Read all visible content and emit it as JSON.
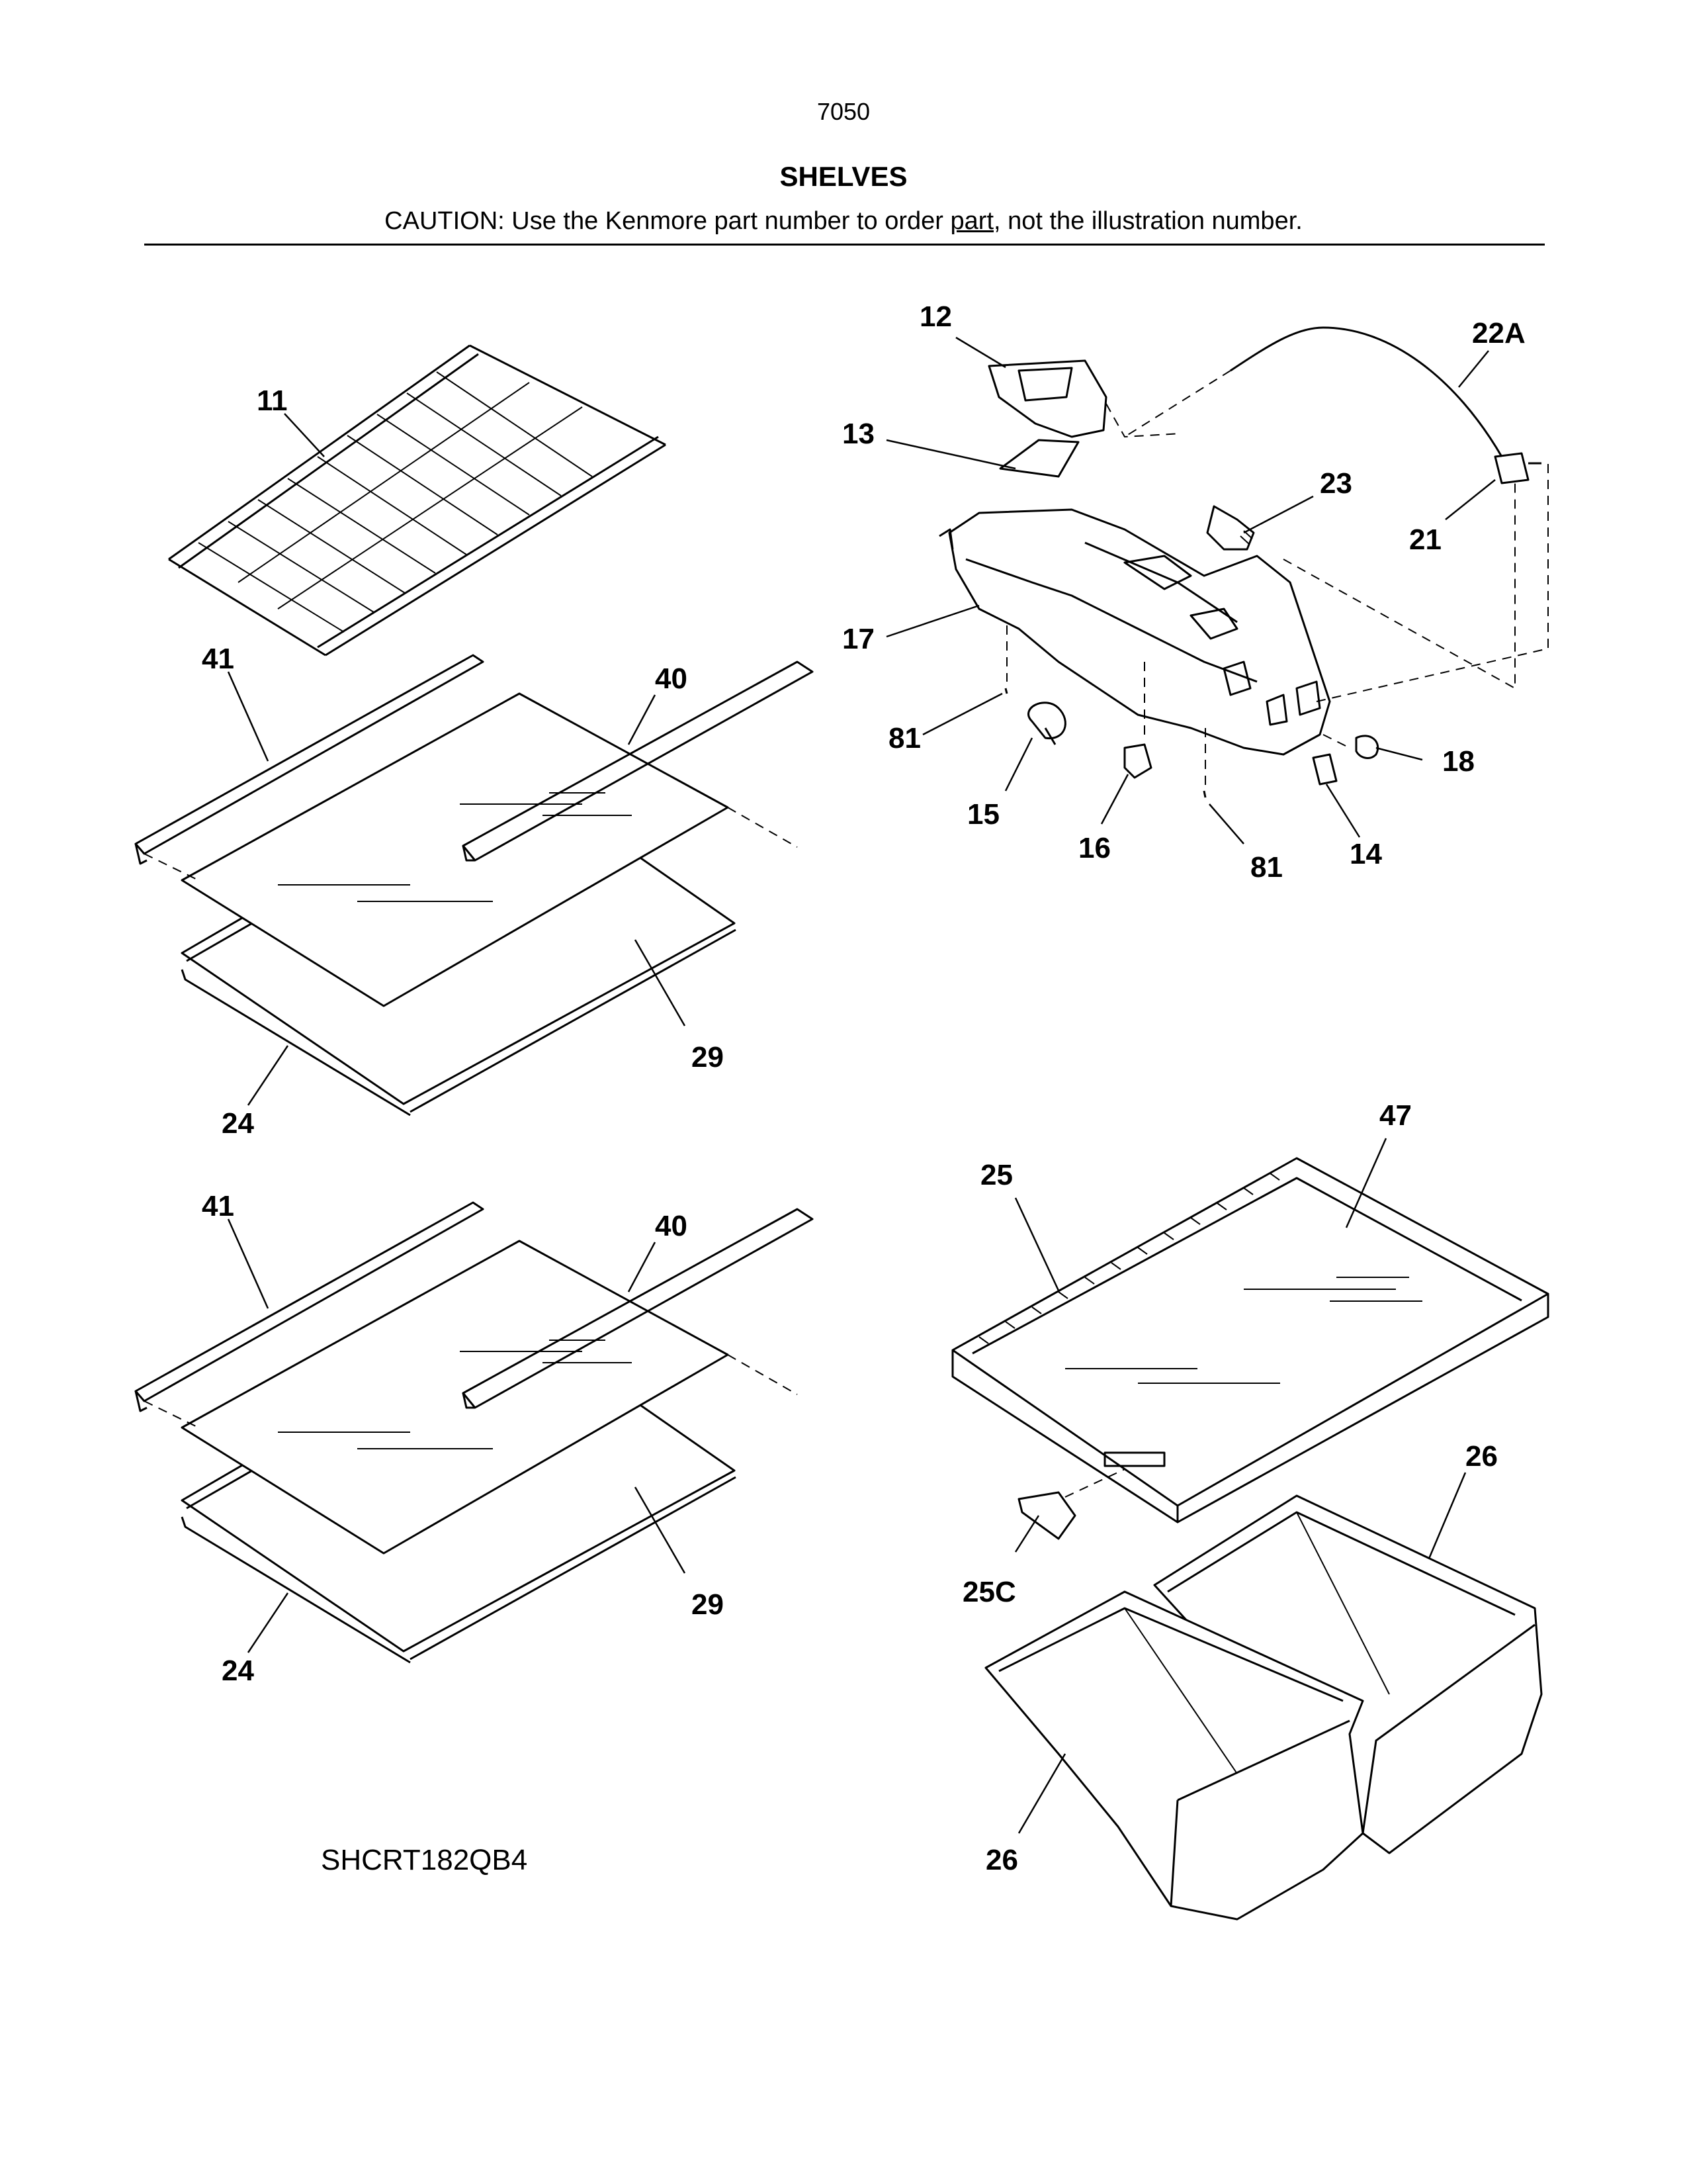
{
  "page": {
    "number": "7050",
    "title": "SHELVES",
    "caution_before": "CAUTION: Use the Kenmore part number to order ",
    "caution_underlined": "part",
    "caution_after": ", not the illustration number.",
    "model": "SHCRT182QB4"
  },
  "callouts": {
    "c11": "11",
    "c41a": "41",
    "c40a": "40",
    "c29a": "29",
    "c24a": "24",
    "c41b": "41",
    "c40b": "40",
    "c29b": "29",
    "c24b": "24",
    "c12": "12",
    "c13": "13",
    "c22A": "22A",
    "c23": "23",
    "c21": "21",
    "c17": "17",
    "c81a": "81",
    "c15": "15",
    "c16": "16",
    "c81b": "81",
    "c14": "14",
    "c18": "18",
    "c47": "47",
    "c25": "25",
    "c26a": "26",
    "c25C": "25C",
    "c26b": "26"
  }
}
